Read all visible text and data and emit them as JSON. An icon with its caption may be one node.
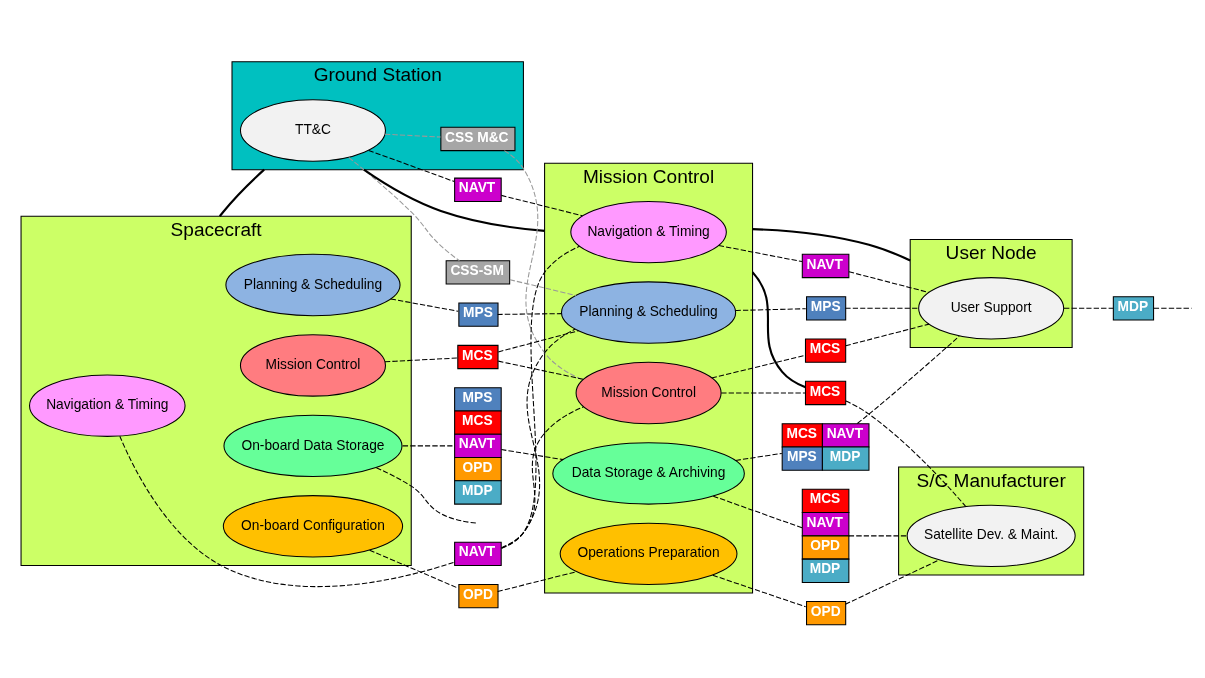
{
  "diagram": {
    "nodes": [
      {
        "text": [
          "Spacecraft"
        ]
      },
      {
        "text": [
          "Navigation & Timing"
        ],
        "in": 0
      },
      {
        "text": [
          "Planning & Scheduling"
        ],
        "in": 0
      },
      {
        "text": [
          "Mission Control"
        ],
        "in": 0
      },
      {
        "text": [
          "On-board Configuration"
        ],
        "in": 0
      },
      {
        "text": [
          "On-board Data Storage"
        ],
        "in": 0
      },
      {
        "text": [
          "Ground Station"
        ]
      },
      {
        "text": [
          "TT&C"
        ],
        "in": 6
      },
      {
        "text": [
          "CSS M&C"
        ],
        "in": 6
      },
      {
        "text": [
          "CSS-SM"
        ]
      },
      {
        "text": [
          "Mission Control"
        ]
      },
      {
        "text": [
          "Navigation & Timing"
        ],
        "in": 10
      },
      {
        "text": [
          "Planning & Scheduling"
        ],
        "in": 10
      },
      {
        "text": [
          "Mission Control"
        ],
        "in": 10
      },
      {
        "text": [
          "Operations Preparation"
        ],
        "in": 10
      },
      {
        "text": [
          "Data Storage & Archiving"
        ],
        "in": 10
      },
      {
        "text": [
          "User Node"
        ]
      },
      {
        "text": [
          "User Support"
        ],
        "in": 16
      },
      {
        "text": [
          "S/C Manufacturer"
        ]
      },
      {
        "text": [
          "Satellite Dev. & Maint."
        ],
        "in": 18
      },
      {
        "text": [
          "NAVT"
        ]
      },
      {
        "text": [
          "MPS"
        ]
      },
      {
        "text": [
          "MCS"
        ]
      },
      {
        "text": [
          "OPD"
        ]
      },
      {
        "text": [
          "MPS",
          "MCS",
          "NAVT",
          "OPD",
          "MDP"
        ]
      },
      {
        "text": [
          "NAVT"
        ]
      },
      {
        "text": [
          "NAVT"
        ]
      },
      {
        "text": [
          "MPS"
        ]
      },
      {
        "text": [
          "MCS"
        ]
      },
      {
        "text": [
          "MCS",
          "NAVT",
          "MPS",
          "MDP"
        ]
      },
      {
        "text": [
          "MCS"
        ]
      },
      {
        "text": [
          "OPD"
        ]
      },
      {
        "text": [
          "MCS",
          "NAVT",
          "OPD",
          "MDP"
        ]
      },
      {
        "text": [
          "MDP"
        ]
      }
    ],
    "edges": [
      {
        "from": 0,
        "to": 6,
        "arrow": "none"
      },
      {
        "from": 6,
        "to": 10,
        "arrow": "none"
      },
      {
        "from": 10,
        "to": 16,
        "arrow": "none"
      },
      {
        "from": 10,
        "to": 30,
        "arrow": "none"
      },
      {
        "from": 1,
        "to": 20,
        "arrow": "none",
        "style": "dashed"
      },
      {
        "from": 20,
        "to": 11,
        "arrow": "none",
        "style": "dashed"
      },
      {
        "from": 20,
        "to": 12,
        "arrow": "none",
        "style": "dashed"
      },
      {
        "from": 20,
        "to": 13,
        "arrow": "none",
        "style": "dashed"
      },
      {
        "from": 2,
        "to": 21,
        "arrow": "none",
        "style": "dashed"
      },
      {
        "from": 21,
        "to": 12,
        "arrow": "none",
        "style": "dashed"
      },
      {
        "from": 3,
        "to": 22,
        "arrow": "none",
        "style": "dashed"
      },
      {
        "from": 22,
        "to": 13,
        "arrow": "none",
        "style": "dashed"
      },
      {
        "from": 22,
        "to": 12,
        "arrow": "none",
        "style": "dashed"
      },
      {
        "from": 4,
        "to": 23,
        "arrow": "none",
        "style": "dashed"
      },
      {
        "from": 23,
        "to": 14,
        "arrow": "none",
        "style": "dashed"
      },
      {
        "from": 5,
        "to": 24,
        "arrow": "none",
        "style": "dashed"
      },
      {
        "from": 24,
        "to": 15,
        "arrow": "none",
        "style": "dashed"
      },
      {
        "from": 5,
        "to": null,
        "arrow": "none",
        "style": "dashed"
      },
      {
        "from": 7,
        "to": 25,
        "arrow": "none",
        "style": "dashed"
      },
      {
        "from": 25,
        "to": 11,
        "arrow": "none",
        "style": "dashed"
      },
      {
        "from": 7,
        "to": 8,
        "arrow": "none",
        "style": "dashed",
        "color": "#999999"
      },
      {
        "from": 8,
        "to": 13,
        "arrow": "none",
        "style": "dashed",
        "color": "#999999"
      },
      {
        "from": 7,
        "to": 9,
        "arrow": "none",
        "style": "dashed",
        "color": "#999999"
      },
      {
        "from": 9,
        "to": 12,
        "arrow": "none",
        "style": "dashed",
        "color": "#999999"
      },
      {
        "from": 11,
        "to": 26,
        "arrow": "none",
        "style": "dashed"
      },
      {
        "from": 26,
        "to": 17,
        "arrow": "none",
        "style": "dashed"
      },
      {
        "from": 12,
        "to": 27,
        "arrow": "none",
        "style": "dashed"
      },
      {
        "from": 27,
        "to": 17,
        "arrow": "none",
        "style": "dashed"
      },
      {
        "from": 13,
        "to": 28,
        "arrow": "none",
        "style": "dashed"
      },
      {
        "from": 28,
        "to": 17,
        "arrow": "none",
        "style": "dashed"
      },
      {
        "from": 13,
        "to": 30,
        "arrow": "none",
        "style": "dashed"
      },
      {
        "from": 30,
        "to": 19,
        "arrow": "none",
        "style": "dashed"
      },
      {
        "from": 14,
        "to": 31,
        "arrow": "none",
        "style": "dashed"
      },
      {
        "from": 31,
        "to": 19,
        "arrow": "none",
        "style": "dashed"
      },
      {
        "from": 15,
        "to": 29,
        "arrow": "none",
        "style": "dashed"
      },
      {
        "from": 29,
        "to": 17,
        "arrow": "none",
        "style": "dashed"
      },
      {
        "from": 15,
        "to": 32,
        "arrow": "none",
        "style": "dashed"
      },
      {
        "from": 32,
        "to": 19,
        "arrow": "none",
        "style": "dashed"
      },
      {
        "from": 17,
        "to": 33,
        "arrow": "none",
        "style": "dashed"
      },
      {
        "from": 33,
        "to": null,
        "arrow": "none",
        "style": "dashed"
      }
    ]
  }
}
